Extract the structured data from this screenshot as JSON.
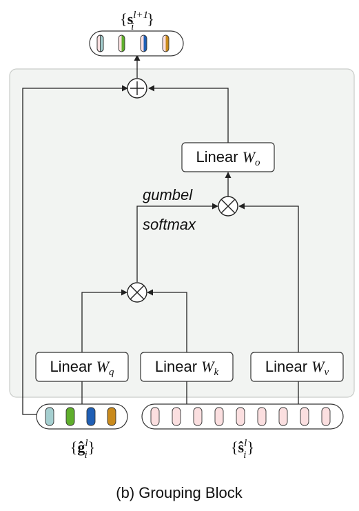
{
  "boxes": {
    "wo": {
      "prefix": "Linear ",
      "var": "W",
      "sub": "o"
    },
    "wq": {
      "prefix": "Linear ",
      "var": "W",
      "sub": "q"
    },
    "wk": {
      "prefix": "Linear ",
      "var": "W",
      "sub": "k"
    },
    "wv": {
      "prefix": "Linear ",
      "var": "W",
      "sub": "v"
    }
  },
  "annotations": {
    "gumbel": "gumbel",
    "softmax": "softmax"
  },
  "math_labels": {
    "output": {
      "open": "{",
      "symbol": "s",
      "sup": "l+1",
      "sub": "i",
      "close": "}"
    },
    "group_tokens": {
      "open": "{",
      "symbol": "ĝ",
      "sup": "l",
      "sub": "i",
      "close": "}"
    },
    "segment_tokens": {
      "open": "{",
      "symbol": "ŝ",
      "sup": "l",
      "sub": "i",
      "close": "}"
    }
  },
  "caption": "(b) Grouping Block",
  "colors": {
    "block_bg": "#f2f4f2",
    "block_border": "#c9ccc9",
    "token_pink": "#fbdfe0",
    "token_teal": "#a5cfd0",
    "token_green": "#5fae2c",
    "token_blue": "#1f5fb5",
    "token_orange": "#c98a1c",
    "line": "#222222"
  },
  "icons": {
    "add": "circle-plus-icon",
    "multiply": "circle-times-icon"
  }
}
